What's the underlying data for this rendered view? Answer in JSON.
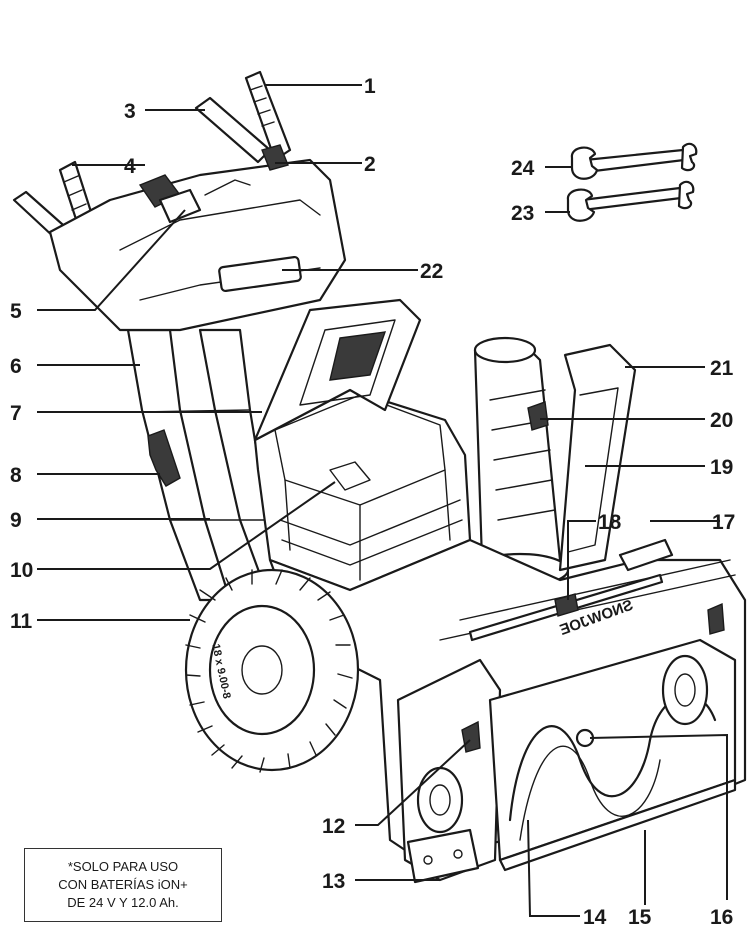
{
  "callouts": [
    "1",
    "2",
    "3",
    "4",
    "5",
    "6",
    "7",
    "8",
    "9",
    "10",
    "11",
    "12",
    "13",
    "14",
    "15",
    "16",
    "17",
    "18",
    "19",
    "20",
    "21",
    "22",
    "23",
    "24"
  ],
  "note": {
    "lines": [
      "*SOLO PARA USO",
      "CON BATERÍAS iON+",
      "DE 24 V Y 12.0 Ah."
    ]
  },
  "markings": {
    "housing_brand": "SNOWJOE",
    "tire_size": "18 x 9.00-8"
  }
}
